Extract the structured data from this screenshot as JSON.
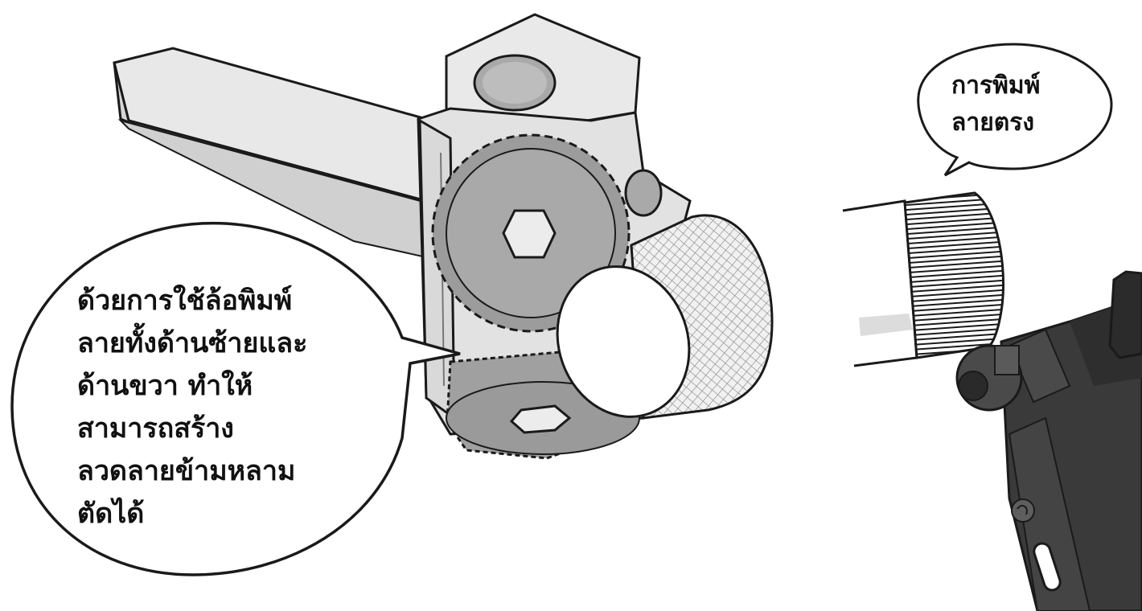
{
  "left_bubble": {
    "lines": [
      "ด้วยการใช้ล้อพิมพ์",
      "ลายทั้งด้านซ้ายและ",
      "ด้านขวา ทำให้",
      "สามารถสร้าง",
      "ลวดลายข้ามหลาม",
      "ตัดได้"
    ]
  },
  "right_bubble": {
    "lines": [
      "การพิมพ์",
      "ลายตรง"
    ]
  },
  "colors": {
    "outline": "#1a1a1a",
    "body_light": "#e6e6e6",
    "body_mid": "#c9c9c9",
    "gear": "#9c9c9c",
    "tool_dark": "#3a3a3a"
  }
}
